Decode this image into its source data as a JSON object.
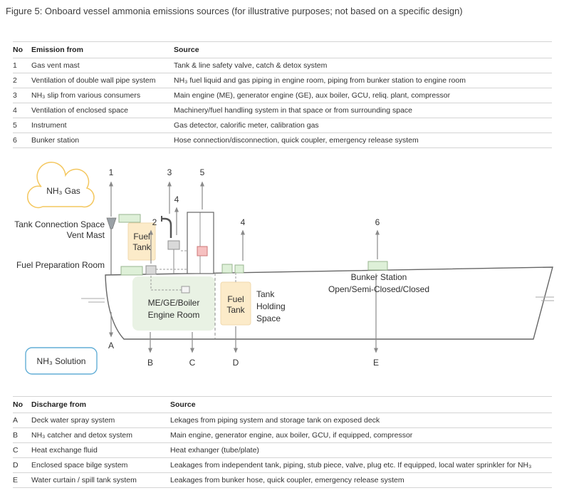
{
  "figure": {
    "title": "Figure 5: Onboard vessel ammonia emissions sources (for illustrative purposes; not based on a specific design)"
  },
  "emissions_table": {
    "headers": {
      "no": "No",
      "from": "Emission from",
      "source": "Source"
    },
    "rows": [
      {
        "no": "1",
        "from": "Gas vent mast",
        "source": "Tank & line safety valve, catch & detox system"
      },
      {
        "no": "2",
        "from": "Ventilation of double wall pipe system",
        "source": "NH₃ fuel liquid and gas piping in engine room, piping from bunker station to engine room"
      },
      {
        "no": "3",
        "from": "NH₃ slip from various consumers",
        "source": "Main engine (ME), generator engine (GE), aux boiler, GCU, reliq. plant, compressor"
      },
      {
        "no": "4",
        "from": "Ventilation of enclosed space",
        "source": "Machinery/fuel handling system in that space or from surrounding space"
      },
      {
        "no": "5",
        "from": "Instrument",
        "source": "Gas detector, calorific meter, calibration gas"
      },
      {
        "no": "6",
        "from": "Bunker station",
        "source": "Hose connection/disconnection, quick coupler, emergency release system"
      }
    ]
  },
  "discharge_table": {
    "headers": {
      "no": "No",
      "from": "Discharge from",
      "source": "Source"
    },
    "rows": [
      {
        "no": "A",
        "from": "Deck water spray system",
        "source": "Lekages from piping system and storage tank on exposed deck"
      },
      {
        "no": "B",
        "from": "NH₃ catcher and detox system",
        "source": "Main engine, generator engine, aux boiler, GCU, if equipped, compressor"
      },
      {
        "no": "C",
        "from": "Heat exchange fluid",
        "source": "Heat exhanger (tube/plate)"
      },
      {
        "no": "D",
        "from": "Enclosed space bilge system",
        "source": "Leakages from independent tank, piping, stub piece, valve, plug etc. If equipped, local water sprinkler for NH₃"
      },
      {
        "no": "E",
        "from": "Water curtain / spill tank system",
        "source": "Leakages from bunker hose, quick coupler, emergency release system"
      }
    ]
  },
  "diagram": {
    "nh3_gas_label": "NH₃ Gas",
    "nh3_solution_label": "NH₃ Solution",
    "tank_connection_space_line1": "Tank Connection Space",
    "tank_connection_space_line2": "Vent Mast",
    "fuel_preparation_room_label": "Fuel Preparation Room",
    "fuel_tank_word1": "Fuel",
    "fuel_tank_word2": "Tank",
    "engine_room_line1": "ME/GE/Boiler",
    "engine_room_line2": "Engine Room",
    "tank_holding_space_line1": "Tank",
    "tank_holding_space_line2": "Holding",
    "tank_holding_space_line3": "Space",
    "bunker_station_line1": "Bunker Station",
    "bunker_station_line2": "Open/Semi-Closed/Closed",
    "emission_markers": {
      "m1": "1",
      "m2": "2",
      "m3": "3",
      "m4a": "4",
      "m4b": "4",
      "m5": "5",
      "m6": "6"
    },
    "discharge_markers": {
      "mA": "A",
      "mB": "B",
      "mC": "C",
      "mD": "D",
      "mE": "E"
    }
  },
  "colors": {
    "fuel_tank_fill": "#fcebc9",
    "engine_room_fill": "#e9f2e4",
    "equipment_green_fill": "#def0d8",
    "equipment_green_stroke": "#98b48f",
    "instrument_pink_fill": "#f6c0c0",
    "cloud_stroke": "#f4c75f",
    "solution_stroke": "#62aed6",
    "arrow_gray": "#8a8a8a",
    "hull_stroke": "#666666",
    "table_rule": "#d4d4d4"
  }
}
